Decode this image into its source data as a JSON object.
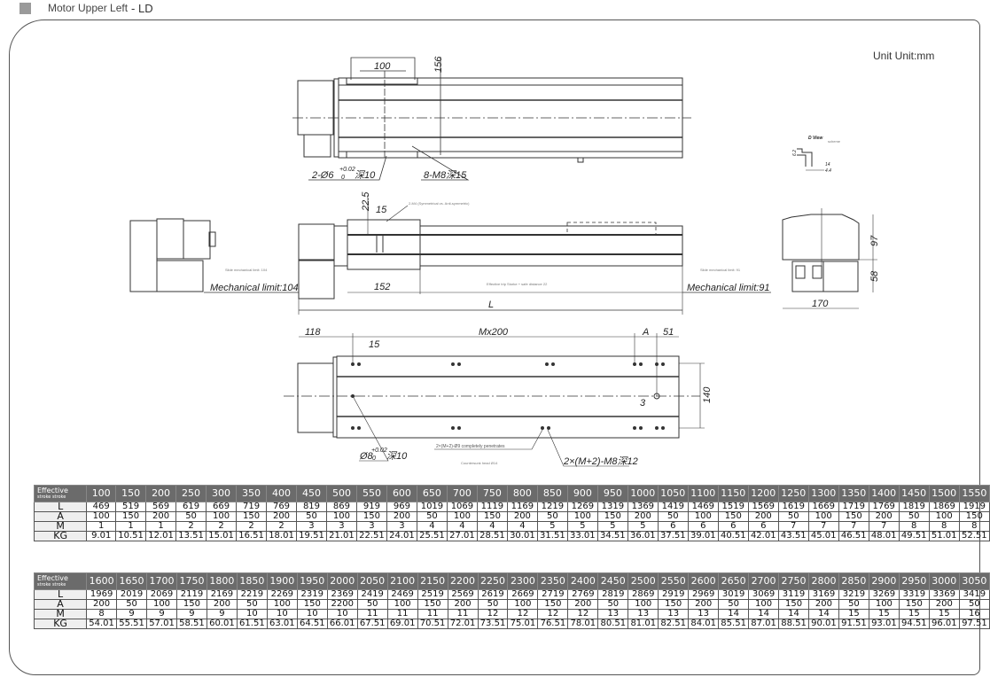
{
  "header": {
    "title": "Motor Upper Left",
    "suffix": "- LD"
  },
  "unit_label": "Unit Unit:mm",
  "drawing": {
    "top_view": {
      "dim_100": "100",
      "dim_156": "156",
      "hole_note_1": "2-Ø6",
      "tol_1": "+0.02",
      "tol_1b": "0",
      "depth_1": "深10",
      "hole_note_2": "8-M8深15"
    },
    "front_view": {
      "dim_22_5": "22.5",
      "dim_15": "15",
      "pin_note": "2-M4 (Symmetrical vs. Anti-symmetric)",
      "mech_limit_left": "Mechanical limit:104",
      "slide_limit_left": "Slide mechanical limit: 104",
      "dim_152": "152",
      "stroke_note": "Effective trip Storke + safe distance 22",
      "mech_limit_right": "Mechanical limit:91",
      "slide_limit_right": "Slide mechanical limit: 91",
      "dim_L": "L"
    },
    "side_view": {
      "dim_97": "97",
      "dim_58": "58",
      "dim_170": "170"
    },
    "d_view": {
      "title": "D View",
      "sub": "scheme",
      "dim_6_2": "6.2",
      "dim_14": "14",
      "dim_4_4": "4.4"
    },
    "bottom_view": {
      "dim_118": "118",
      "dim_m200": "Mx200",
      "dim_A": "A",
      "dim_51": "51",
      "dim_15": "15",
      "dim_140": "140",
      "dim_3": "3",
      "pin_note": "Ø8",
      "tol": "+0.02",
      "tol_b": "0",
      "depth": "深10",
      "thru_note": "2×(M+2)-Ø9 completely penetrates",
      "cs_note": "Countersunk head Ø14",
      "thread_note": "2×(M+2)-M8深12"
    }
  },
  "table": {
    "header_label": "Effective",
    "header_sub": "stroke stroke",
    "row_labels": [
      "L",
      "A",
      "M",
      "KG"
    ],
    "blocks": [
      {
        "strokes": [
          "100",
          "150",
          "200",
          "250",
          "300",
          "350",
          "400",
          "450",
          "500",
          "550",
          "600",
          "650",
          "700",
          "750",
          "800",
          "850",
          "900",
          "950",
          "1000",
          "1050",
          "1100",
          "1150",
          "1200",
          "1250",
          "1300",
          "1350",
          "1400",
          "1450",
          "1500",
          "1550"
        ],
        "rows": [
          [
            "469",
            "519",
            "569",
            "619",
            "669",
            "719",
            "769",
            "819",
            "869",
            "919",
            "969",
            "1019",
            "1069",
            "1119",
            "1169",
            "1219",
            "1269",
            "1319",
            "1369",
            "1419",
            "1469",
            "1519",
            "1569",
            "1619",
            "1669",
            "1719",
            "1769",
            "1819",
            "1869",
            "1919"
          ],
          [
            "100",
            "150",
            "200",
            "50",
            "100",
            "150",
            "200",
            "50",
            "100",
            "150",
            "200",
            "50",
            "100",
            "150",
            "200",
            "50",
            "100",
            "150",
            "200",
            "50",
            "100",
            "150",
            "200",
            "50",
            "100",
            "150",
            "200",
            "50",
            "100",
            "150"
          ],
          [
            "1",
            "1",
            "1",
            "2",
            "2",
            "2",
            "2",
            "3",
            "3",
            "3",
            "3",
            "4",
            "4",
            "4",
            "4",
            "5",
            "5",
            "5",
            "5",
            "6",
            "6",
            "6",
            "6",
            "7",
            "7",
            "7",
            "7",
            "8",
            "8",
            "8"
          ],
          [
            "9.01",
            "10.51",
            "12.01",
            "13.51",
            "15.01",
            "16.51",
            "18.01",
            "19.51",
            "21.01",
            "22.51",
            "24.01",
            "25.51",
            "27.01",
            "28.51",
            "30.01",
            "31.51",
            "33.01",
            "34.51",
            "36.01",
            "37.51",
            "39.01",
            "40.51",
            "42.01",
            "43.51",
            "45.01",
            "46.51",
            "48.01",
            "49.51",
            "51.01",
            "52.51"
          ]
        ]
      },
      {
        "strokes": [
          "1600",
          "1650",
          "1700",
          "1750",
          "1800",
          "1850",
          "1900",
          "1950",
          "2000",
          "2050",
          "2100",
          "2150",
          "2200",
          "2250",
          "2300",
          "2350",
          "2400",
          "2450",
          "2500",
          "2550",
          "2600",
          "2650",
          "2700",
          "2750",
          "2800",
          "2850",
          "2900",
          "2950",
          "3000",
          "3050"
        ],
        "rows": [
          [
            "1969",
            "2019",
            "2069",
            "2119",
            "2169",
            "2219",
            "2269",
            "2319",
            "2369",
            "2419",
            "2469",
            "2519",
            "2569",
            "2619",
            "2669",
            "2719",
            "2769",
            "2819",
            "2869",
            "2919",
            "2969",
            "3019",
            "3069",
            "3119",
            "3169",
            "3219",
            "3269",
            "3319",
            "3369",
            "3419"
          ],
          [
            "200",
            "50",
            "100",
            "150",
            "200",
            "50",
            "100",
            "150",
            "2200",
            "50",
            "100",
            "150",
            "200",
            "50",
            "100",
            "150",
            "200",
            "50",
            "100",
            "150",
            "200",
            "50",
            "100",
            "150",
            "200",
            "50",
            "100",
            "150",
            "200",
            "50"
          ],
          [
            "8",
            "9",
            "9",
            "9",
            "9",
            "10",
            "10",
            "10",
            "10",
            "11",
            "11",
            "11",
            "11",
            "12",
            "12",
            "12",
            "12",
            "13",
            "13",
            "13",
            "13",
            "14",
            "14",
            "14",
            "14",
            "15",
            "15",
            "15",
            "15",
            "16"
          ],
          [
            "54.01",
            "55.51",
            "57.01",
            "58.51",
            "60.01",
            "61.51",
            "63.01",
            "64.51",
            "66.01",
            "67.51",
            "69.01",
            "70.51",
            "72.01",
            "73.51",
            "75.01",
            "76.51",
            "78.01",
            "80.51",
            "81.01",
            "82.51",
            "84.01",
            "85.51",
            "87.01",
            "88.51",
            "90.01",
            "91.51",
            "93.01",
            "94.51",
            "96.01",
            "97.51"
          ]
        ]
      }
    ]
  }
}
